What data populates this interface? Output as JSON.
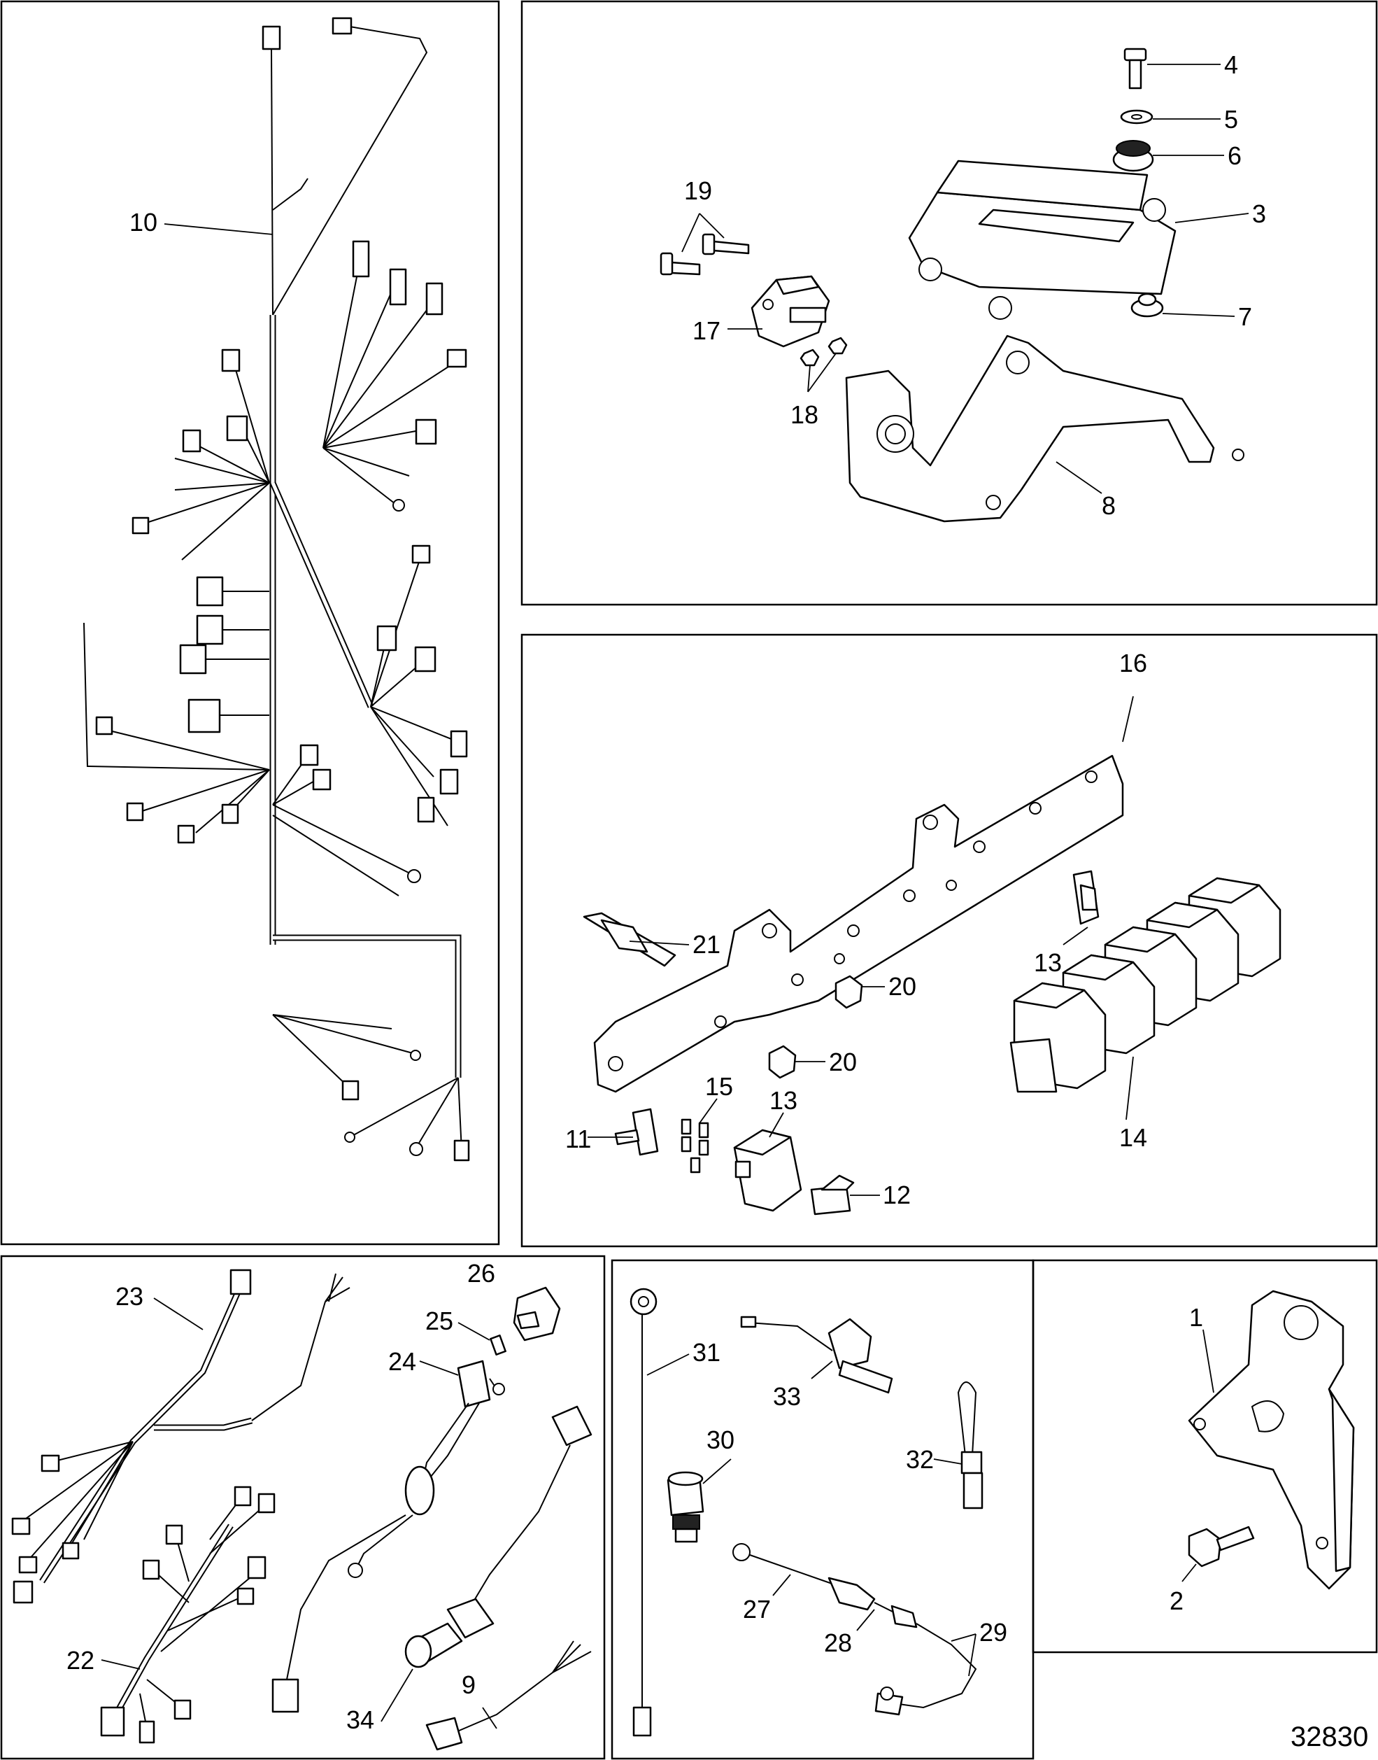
{
  "figure_number": "32830",
  "panels": [
    {
      "id": "harness-main",
      "labels": [
        "10"
      ]
    },
    {
      "id": "ecm-bracket",
      "labels": [
        "4",
        "5",
        "6",
        "3",
        "7",
        "19",
        "17",
        "18",
        "8"
      ]
    },
    {
      "id": "relay-bracket",
      "labels": [
        "16",
        "21",
        "13",
        "20",
        "20",
        "11",
        "15",
        "13",
        "12",
        "14"
      ]
    },
    {
      "id": "harness-accessories",
      "labels": [
        "23",
        "26",
        "25",
        "24",
        "22",
        "34",
        "9"
      ]
    },
    {
      "id": "sensors",
      "labels": [
        "31",
        "33",
        "30",
        "32",
        "27",
        "28",
        "29"
      ]
    },
    {
      "id": "bracket",
      "labels": [
        "1",
        "2"
      ]
    }
  ],
  "callouts": {
    "p10": "10",
    "p4": "4",
    "p5": "5",
    "p6": "6",
    "p3": "3",
    "p7": "7",
    "p19": "19",
    "p17": "17",
    "p18": "18",
    "p8": "8",
    "p16": "16",
    "p21": "21",
    "p13a": "13",
    "p20a": "20",
    "p20b": "20",
    "p11": "11",
    "p15": "15",
    "p13b": "13",
    "p12": "12",
    "p14": "14",
    "p23": "23",
    "p26": "26",
    "p25": "25",
    "p24": "24",
    "p22": "22",
    "p34": "34",
    "p9": "9",
    "p31": "31",
    "p33": "33",
    "p30": "30",
    "p32": "32",
    "p27": "27",
    "p28": "28",
    "p29": "29",
    "p1": "1",
    "p2": "2"
  }
}
